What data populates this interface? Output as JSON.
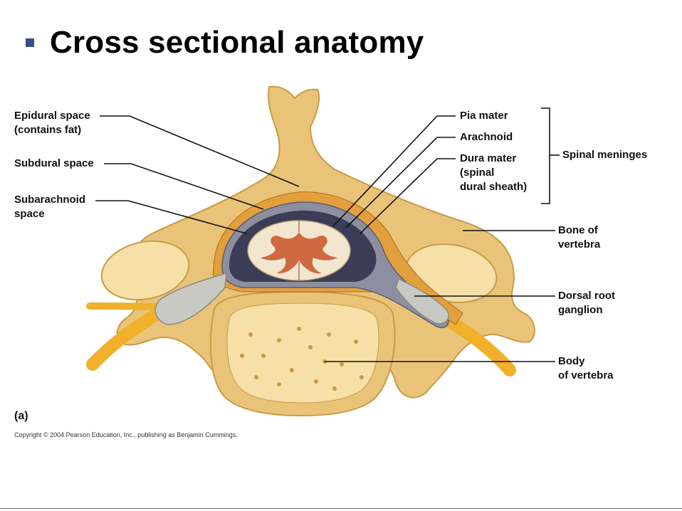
{
  "slide": {
    "title": "Cross sectional anatomy",
    "bullet_color": "#3b4c8c"
  },
  "diagram": {
    "panel_label": "(a)",
    "copyright": "Copyright © 2004 Pearson Education, Inc., publishing as Benjamin Cummings.",
    "labels": {
      "epidural": [
        "Epidural space",
        "(contains fat)"
      ],
      "subdural": [
        "Subdural space"
      ],
      "subarachnoid": [
        "Subarachnoid",
        "space"
      ],
      "pia": [
        "Pia mater"
      ],
      "arachnoid": [
        "Arachnoid"
      ],
      "dura": [
        "Dura mater",
        "(spinal",
        "dural sheath)"
      ],
      "meninges": [
        "Spinal meninges"
      ],
      "bone": [
        "Bone of",
        "vertebra"
      ],
      "drg": [
        "Dorsal root",
        "ganglion"
      ],
      "body": [
        "Body",
        "of vertebra"
      ]
    },
    "colors": {
      "bone": "#e9c478",
      "bone_dark": "#c99a45",
      "bone_light": "#f6e0a8",
      "epidural_fat": "#e2a03c",
      "dura": "#8d8fa0",
      "csf": "#3a3d55",
      "cord": "#f3e6cf",
      "gray_matter": "#cf6a40",
      "nerve": "#f0b02a",
      "ganglion": "#c9c9c4"
    }
  }
}
